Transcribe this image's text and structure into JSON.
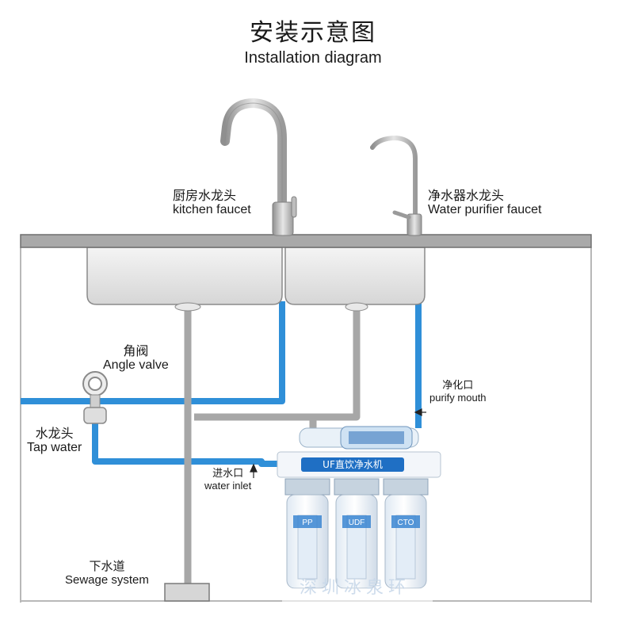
{
  "header": {
    "title_cn": "安装示意图",
    "title_en": "Installation diagram"
  },
  "labels": {
    "kitchen_faucet": {
      "cn": "厨房水龙头",
      "en": "kitchen faucet"
    },
    "purifier_faucet": {
      "cn": "净水器水龙头",
      "en": "Water purifier faucet"
    },
    "angle_valve": {
      "cn": "角阀",
      "en": "Angle valve"
    },
    "tap_water": {
      "cn": "水龙头",
      "en": "Tap water"
    },
    "purify_mouth": {
      "cn": "净化口",
      "en": "purify mouth"
    },
    "water_inlet": {
      "cn": "进水口",
      "en": "water inlet"
    },
    "sewage": {
      "cn": "下水道",
      "en": "Sewage system"
    }
  },
  "purifier": {
    "banner": "UF直饮净水机",
    "cartridges": [
      "PP",
      "UDF",
      "CTO"
    ],
    "watermark": "深圳冰泉环"
  },
  "colors": {
    "pipe_blue": "#2f8fd8",
    "pipe_gray": "#a7a7a7",
    "counter": "#a9a9a9",
    "banner_blue": "#1f6fc4"
  }
}
